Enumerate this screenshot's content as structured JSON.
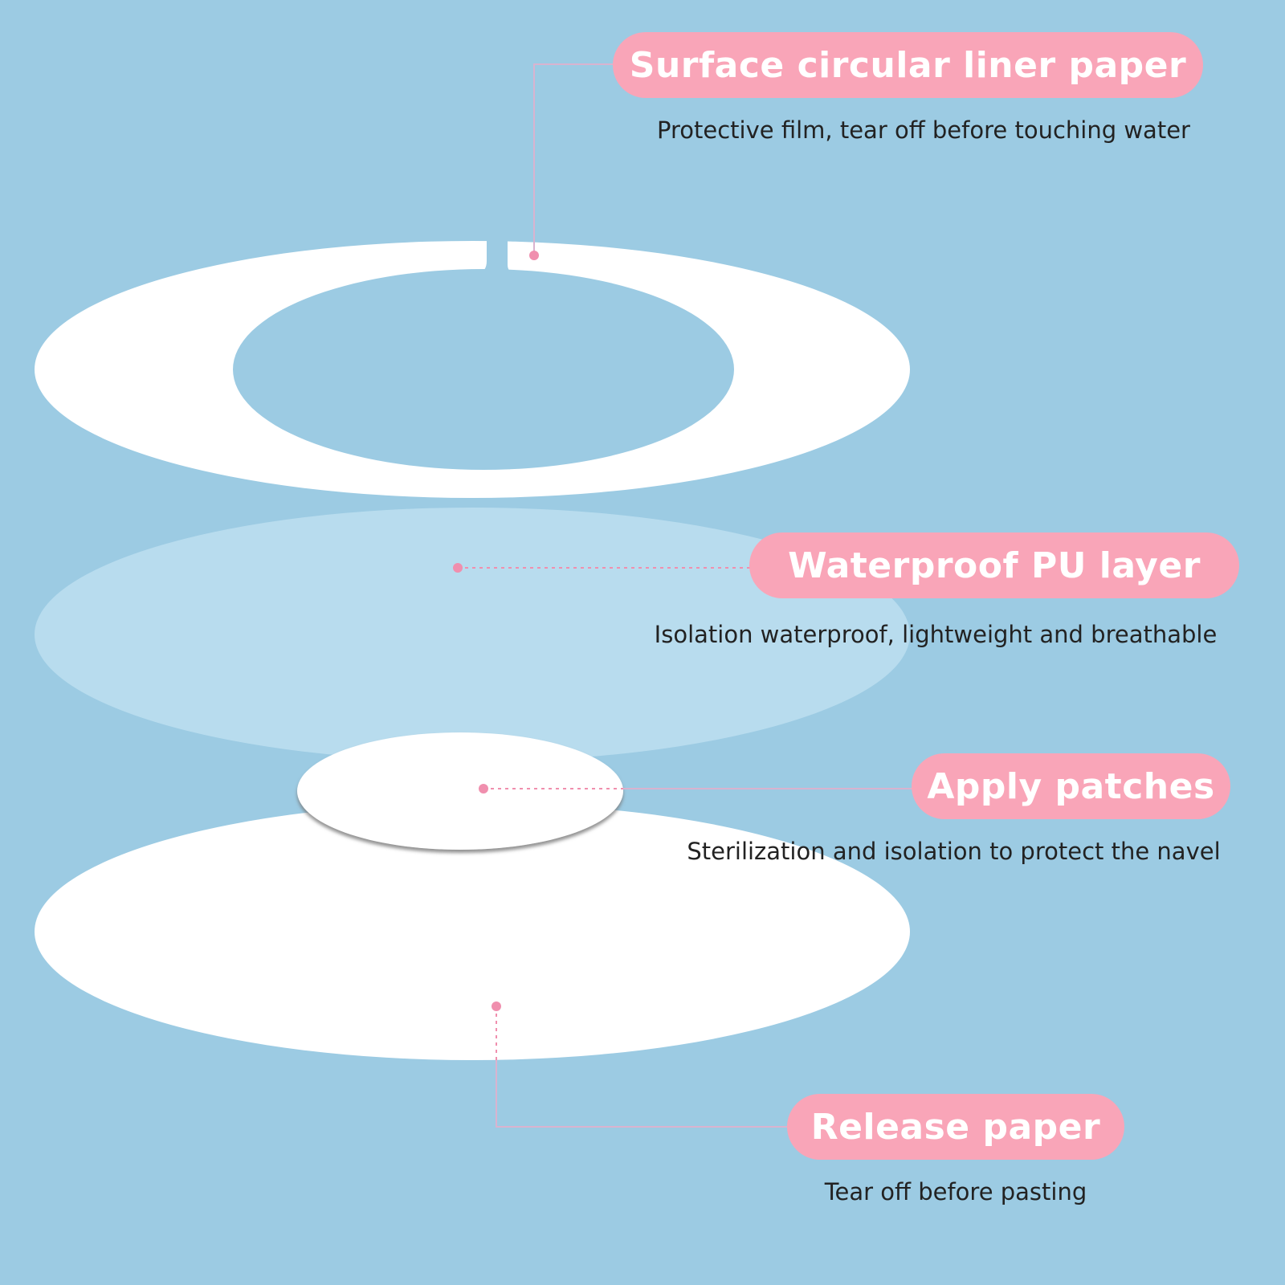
{
  "colors": {
    "background": "#9ccbe3",
    "pill": "#f9a5b8",
    "pu_layer": "#b8dcee",
    "paper": "#ffffff",
    "leader": "#f08fae"
  },
  "layers": [
    {
      "title": "Surface circular liner paper",
      "description": "Protective film, tear off before touching water"
    },
    {
      "title": "Waterproof PU layer",
      "description": "Isolation waterproof, lightweight and breathable"
    },
    {
      "title": "Apply patches",
      "description": "Sterilization and isolation to protect the navel"
    },
    {
      "title": "Release paper",
      "description": "Tear off before pasting"
    }
  ]
}
